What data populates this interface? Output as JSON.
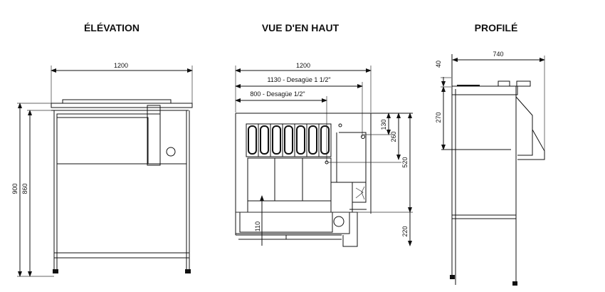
{
  "views": {
    "elevation": {
      "title": "ÉLÉVATION",
      "dims": {
        "width": "1200",
        "total_height": "900",
        "body_height": "860"
      }
    },
    "top": {
      "title": "VUE D'EN HAUT",
      "dims": {
        "width": "1200",
        "drain_1": "1130 - Desagüe 1 1/2\"",
        "drain_2": "800 - Desagüe 1/2\"",
        "d130": "130",
        "d260": "260",
        "d520": "520",
        "d220": "220",
        "d110": "110"
      }
    },
    "profile": {
      "title": "PROFILÉ",
      "dims": {
        "width": "740",
        "d40": "40",
        "d270": "270"
      }
    }
  }
}
